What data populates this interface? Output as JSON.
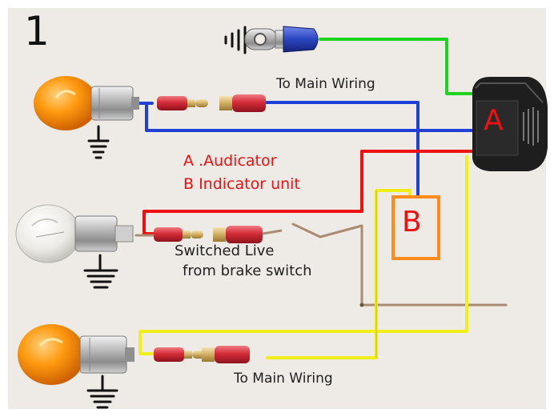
{
  "figure_number": "1",
  "labels": {
    "to_main_wiring_top": "To Main Wiring",
    "to_main_wiring_bottom": "To Main Wiring",
    "legend_a": "A .Audicator",
    "legend_b": "B  Indicator unit",
    "switched_live_line1": "Switched Live",
    "switched_live_line2": "from brake switch",
    "unit_a_tag": "A",
    "unit_b_tag": "B"
  },
  "colors": {
    "background": "#ffffff",
    "panel": "#eeeae5",
    "wire_green": "#1dd31d",
    "wire_blue": "#1f3fd6",
    "wire_red": "#ee1111",
    "wire_yellow": "#f2ee1a",
    "wire_brown": "#a98c72",
    "amber_bulb": "#ff8a00",
    "clear_bulb": "#f4f4ef",
    "connector_red": "#cc2a35",
    "unit_b_border": "#ff8c1a",
    "unit_a_body": "#1e1e1e",
    "label_red": "#ee1111"
  }
}
